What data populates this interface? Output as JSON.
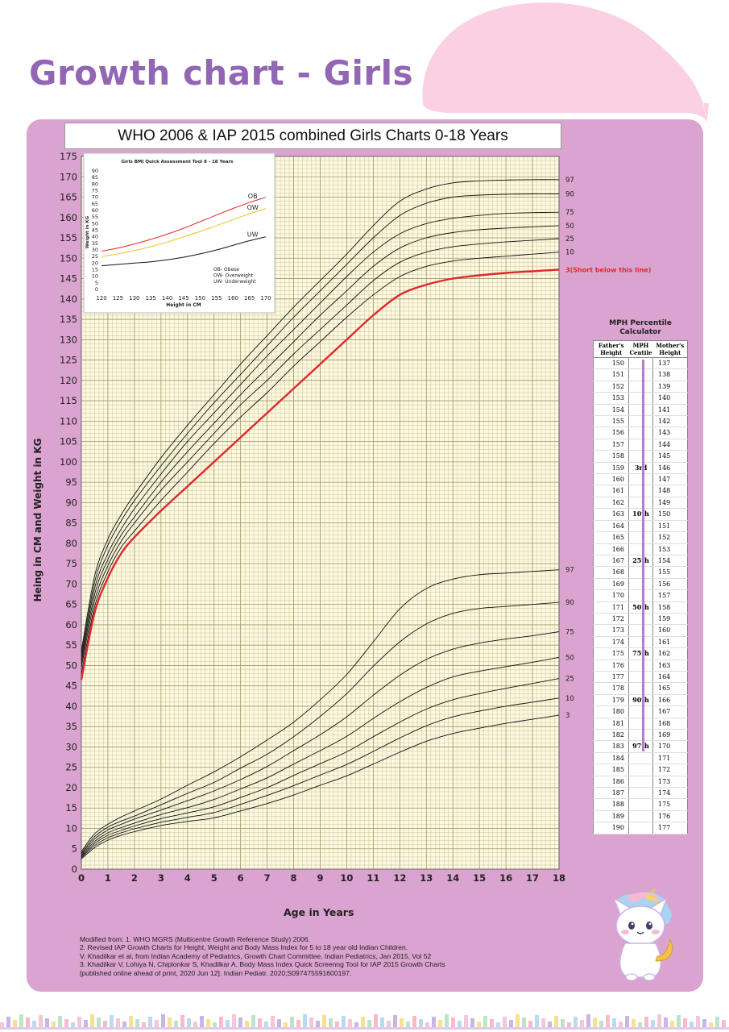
{
  "page": {
    "title": "Growth chart - Girls",
    "colors": {
      "title": "#9166b3",
      "card": "#dba3cf",
      "blob": "#fbd0e3",
      "red_curve": "#e0282c",
      "grid_minor": "#c9c694",
      "grid_major": "#9c9a6a",
      "plot_bg": "#fdf8e1"
    }
  },
  "chart_data": [
    {
      "type": "line",
      "title": "WHO 2006 & IAP 2015 combined Girls Charts 0-18 Years",
      "xlabel": "Age in Years",
      "ylabel": "Heing in CM and Weight in KG",
      "xlim": [
        0,
        18
      ],
      "ylim": [
        0,
        175
      ],
      "x_ticks": [
        0,
        1,
        2,
        3,
        4,
        5,
        6,
        7,
        8,
        9,
        10,
        11,
        12,
        13,
        14,
        15,
        16,
        17,
        18
      ],
      "y_ticks": [
        0,
        5,
        10,
        15,
        20,
        25,
        30,
        35,
        40,
        45,
        50,
        55,
        60,
        65,
        70,
        75,
        80,
        85,
        90,
        95,
        100,
        105,
        110,
        115,
        120,
        125,
        130,
        135,
        140,
        145,
        150,
        155,
        160,
        165,
        170,
        175
      ],
      "grid": true,
      "x": [
        0,
        0.5,
        1,
        1.5,
        2,
        3,
        4,
        5,
        6,
        7,
        8,
        9,
        10,
        11,
        12,
        13,
        14,
        15,
        16,
        17,
        18
      ],
      "height_series": [
        {
          "name": "97",
          "values": [
            53.5,
            72,
            81,
            87,
            92,
            101,
            109,
            116.5,
            124,
            131,
            138,
            144.5,
            151,
            158,
            164,
            167,
            168.5,
            169,
            169.2,
            169.3,
            169.3
          ]
        },
        {
          "name": "90",
          "values": [
            52.5,
            70.5,
            79.5,
            85.5,
            90.5,
            99,
            107,
            114.5,
            121.5,
            128.5,
            135.5,
            142,
            148.5,
            155,
            160.5,
            163.5,
            165,
            165.5,
            165.7,
            165.8,
            165.8
          ]
        },
        {
          "name": "75",
          "values": [
            51.5,
            69,
            77.5,
            83.5,
            88.5,
            97,
            105,
            112,
            119,
            126,
            132.5,
            139,
            145.5,
            151.5,
            156,
            158.5,
            159.8,
            160.5,
            161,
            161.2,
            161.3
          ]
        },
        {
          "name": "50",
          "values": [
            50.5,
            67.5,
            76,
            82,
            86.5,
            95,
            102.5,
            109.5,
            116.5,
            123,
            129.5,
            136,
            142,
            148,
            152.5,
            155,
            156.3,
            157,
            157.4,
            157.7,
            158
          ]
        },
        {
          "name": "25",
          "values": [
            49.5,
            66,
            74.5,
            80.5,
            85,
            93,
            100,
            107,
            114,
            120,
            126.5,
            132.5,
            138.5,
            144.5,
            149,
            151.5,
            152.8,
            153.5,
            154,
            154.4,
            154.8
          ]
        },
        {
          "name": "10",
          "values": [
            48,
            64.5,
            73,
            79,
            83,
            90.5,
            97.5,
            104.5,
            111,
            117,
            123.5,
            129.5,
            135.5,
            141,
            145.5,
            148,
            149.3,
            150,
            150.5,
            151,
            151.5
          ]
        },
        {
          "name": "3(Short below this line)",
          "values": [
            46.5,
            63,
            71.5,
            77.5,
            81.5,
            88,
            94,
            100,
            106,
            112,
            118,
            124,
            130,
            136,
            141,
            143.5,
            145,
            145.8,
            146.4,
            146.8,
            147.2
          ]
        }
      ],
      "weight_series": [
        {
          "name": "97",
          "values": [
            4.3,
            8.7,
            11,
            12.8,
            14.3,
            17.2,
            20.6,
            23.9,
            27.6,
            31.7,
            36.1,
            41.6,
            47.8,
            55.8,
            63.9,
            68.9,
            71.2,
            72.3,
            72.7,
            73.1,
            73.5
          ]
        },
        {
          "name": "90",
          "values": [
            3.9,
            8,
            10.3,
            11.8,
            13,
            15.8,
            18.6,
            21.3,
            24.8,
            28.2,
            32.5,
            37.5,
            43.1,
            49.8,
            55.8,
            60.2,
            62.8,
            64,
            64.5,
            65,
            65.5
          ]
        },
        {
          "name": "75",
          "values": [
            3.6,
            7.4,
            9.6,
            11,
            12.3,
            14.5,
            16.8,
            19.2,
            22,
            25.2,
            29.1,
            33,
            37.4,
            42.7,
            47.6,
            51.5,
            54,
            55.5,
            56.5,
            57.3,
            58.3
          ]
        },
        {
          "name": "50",
          "values": [
            3.3,
            6.8,
            8.9,
            10.2,
            11.3,
            13.4,
            15.1,
            17.1,
            19.7,
            22.4,
            25.8,
            29.1,
            32.6,
            37,
            41.1,
            44.6,
            47.2,
            48.6,
            49.7,
            50.8,
            52
          ]
        },
        {
          "name": "25",
          "values": [
            3,
            6.3,
            8.3,
            9.5,
            10.6,
            12.4,
            13.8,
            15.3,
            17.6,
            20,
            23,
            25.9,
            28.8,
            32.5,
            36.1,
            39.3,
            41.6,
            43.1,
            44.4,
            45.6,
            46.8
          ]
        },
        {
          "name": "10",
          "values": [
            2.8,
            5.8,
            7.7,
            8.9,
            9.9,
            11.5,
            12.7,
            13.9,
            15.9,
            18.1,
            20.5,
            23.1,
            25.7,
            28.9,
            32.2,
            35.2,
            37.4,
            38.8,
            40,
            41,
            42
          ]
        },
        {
          "name": "3",
          "values": [
            2.5,
            5.3,
            7.1,
            8.3,
            9.2,
            10.7,
            11.7,
            12.6,
            14.3,
            16.1,
            18.2,
            20.6,
            22.9,
            25.8,
            28.7,
            31.4,
            33.3,
            34.6,
            35.8,
            36.8,
            37.8
          ]
        }
      ]
    },
    {
      "type": "line",
      "title": "Girls BMI Quick Assessment Tool 8 - 18 Years",
      "xlabel": "Height in CM",
      "ylabel": "Weight in KG",
      "xlim": [
        120,
        170
      ],
      "ylim": [
        0,
        90
      ],
      "x_ticks": [
        120,
        125,
        130,
        135,
        140,
        145,
        150,
        155,
        160,
        165,
        170
      ],
      "y_ticks": [
        0,
        5,
        10,
        15,
        20,
        25,
        30,
        35,
        40,
        45,
        50,
        55,
        60,
        65,
        70,
        75,
        80,
        85,
        90
      ],
      "x": [
        120,
        125,
        130,
        135,
        140,
        145,
        150,
        155,
        160,
        165,
        170
      ],
      "series": [
        {
          "name": "OB",
          "values": [
            29,
            31.5,
            34.5,
            38,
            42,
            46.5,
            51.5,
            56.5,
            61.5,
            66,
            70
          ]
        },
        {
          "name": "OW",
          "values": [
            25,
            27,
            29.5,
            32.5,
            36,
            40,
            44,
            48.5,
            53,
            57.5,
            61.5
          ]
        },
        {
          "name": "UW",
          "values": [
            18,
            19,
            20,
            21,
            22.5,
            24.5,
            27,
            30,
            33.5,
            37,
            40
          ]
        }
      ],
      "legend": [
        "OB- Obese",
        "OW- Overweight",
        "UW- Underweight"
      ]
    }
  ],
  "mph_calculator": {
    "title_line1": "MPH Percentile",
    "title_line2": "Calculator",
    "headers": {
      "father1": "Father's",
      "father2": "Height",
      "mph1": "MPH",
      "mph2": "Centile",
      "mother1": "Mother's",
      "mother2": "Height"
    },
    "rows": [
      [
        "150",
        "",
        "137"
      ],
      [
        "151",
        "",
        "138"
      ],
      [
        "152",
        "",
        "139"
      ],
      [
        "153",
        "",
        "140"
      ],
      [
        "154",
        "",
        "141"
      ],
      [
        "155",
        "",
        "142"
      ],
      [
        "156",
        "",
        "143"
      ],
      [
        "157",
        "",
        "144"
      ],
      [
        "158",
        "",
        "145"
      ],
      [
        "159",
        "3rd",
        "146"
      ],
      [
        "160",
        "",
        "147"
      ],
      [
        "161",
        "",
        "148"
      ],
      [
        "162",
        "",
        "149"
      ],
      [
        "163",
        "10th",
        "150"
      ],
      [
        "164",
        "",
        "151"
      ],
      [
        "165",
        "",
        "152"
      ],
      [
        "166",
        "",
        "153"
      ],
      [
        "167",
        "25th",
        "154"
      ],
      [
        "168",
        "",
        "155"
      ],
      [
        "169",
        "",
        "156"
      ],
      [
        "170",
        "",
        "157"
      ],
      [
        "171",
        "50th",
        "158"
      ],
      [
        "172",
        "",
        "159"
      ],
      [
        "173",
        "",
        "160"
      ],
      [
        "174",
        "",
        "161"
      ],
      [
        "175",
        "75th",
        "162"
      ],
      [
        "176",
        "",
        "163"
      ],
      [
        "177",
        "",
        "164"
      ],
      [
        "178",
        "",
        "165"
      ],
      [
        "179",
        "90th",
        "166"
      ],
      [
        "180",
        "",
        "167"
      ],
      [
        "181",
        "",
        "168"
      ],
      [
        "182",
        "",
        "169"
      ],
      [
        "183",
        "97th",
        "170"
      ],
      [
        "184",
        "",
        "171"
      ],
      [
        "185",
        "",
        "172"
      ],
      [
        "186",
        "",
        "173"
      ],
      [
        "187",
        "",
        "174"
      ],
      [
        "188",
        "",
        "175"
      ],
      [
        "189",
        "",
        "176"
      ],
      [
        "190",
        "",
        "177"
      ]
    ]
  },
  "references": [
    "Modified from: 1. WHO MGRS (Multicentre Growth Reference Study) 2006.",
    "2. Revised IAP Growth Charts for Height, Weight and Body Mass Index for 5 to 18 year old Indian Children.",
    "V. Khadilkar et al, from Indian Academy of Pediatrics, Growth Chart Committee, Indian Pediatrics, Jan 2015, Vol 52",
    "3. Khadilkar V, Lohiya N, Chiplonkar S, Khadilkar A. Body Mass Index Quick Screenng Tool for IAP 2015 Growth Charts",
    "[published online ahead of print, 2020 Jun 12]. Indian Pediatr. 2020;S097475591600197."
  ],
  "icons": {
    "mascot": "unicorn-cat-icon"
  }
}
